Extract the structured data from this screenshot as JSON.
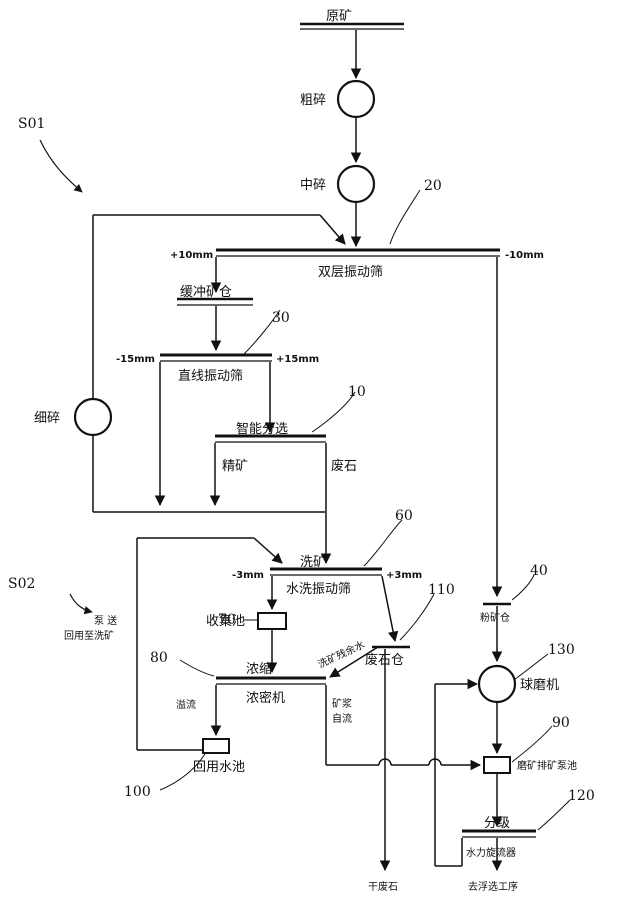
{
  "nodes": {
    "raw_ore": "原矿",
    "coarse_crush": "粗碎",
    "medium_crush": "中碎",
    "fine_crush": "细碎",
    "double_screen": "双层振动筛",
    "buffer_bin": "缓冲矿仓",
    "linear_screen": "直线振动筛",
    "smart_sort": "智能分选",
    "concentrate": "精矿",
    "waste_rock": "废石",
    "ore_wash": "洗矿",
    "water_wash_screen": "水洗振动筛",
    "collect_pool": "收集池",
    "thicken": "浓缩",
    "thickener": "浓密机",
    "overflow": "溢流",
    "recycle_pool": "回用水池",
    "waste_bin": "废石仓",
    "powder_bin": "粉矿仓",
    "ball_mill": "球磨机",
    "mill_pump_pool": "磨矿排矿泵池",
    "classify": "分级",
    "hydrocyclone": "水力旋流器",
    "to_flotation": "去浮选工序",
    "dry_waste": "干废石",
    "slurry_self_flow_1": "矿浆",
    "slurry_self_flow_2": "自流",
    "wash_residue_water": "洗矿残余水",
    "pump_1": "泵 送",
    "pump_2": "回用至洗矿"
  },
  "size_labels": {
    "plus10": "+10mm",
    "minus10": "-10mm",
    "minus15": "-15mm",
    "plus15": "+15mm",
    "minus3": "-3mm",
    "plus3": "+3mm"
  },
  "stages": {
    "s01": "S01",
    "s02": "S02"
  },
  "refs": {
    "r20": "20",
    "r30": "30",
    "r10": "10",
    "r60": "60",
    "r70": "70",
    "r110": "110",
    "r40": "40",
    "r80": "80",
    "r130": "130",
    "r90": "90",
    "r100": "100",
    "r120": "120"
  }
}
